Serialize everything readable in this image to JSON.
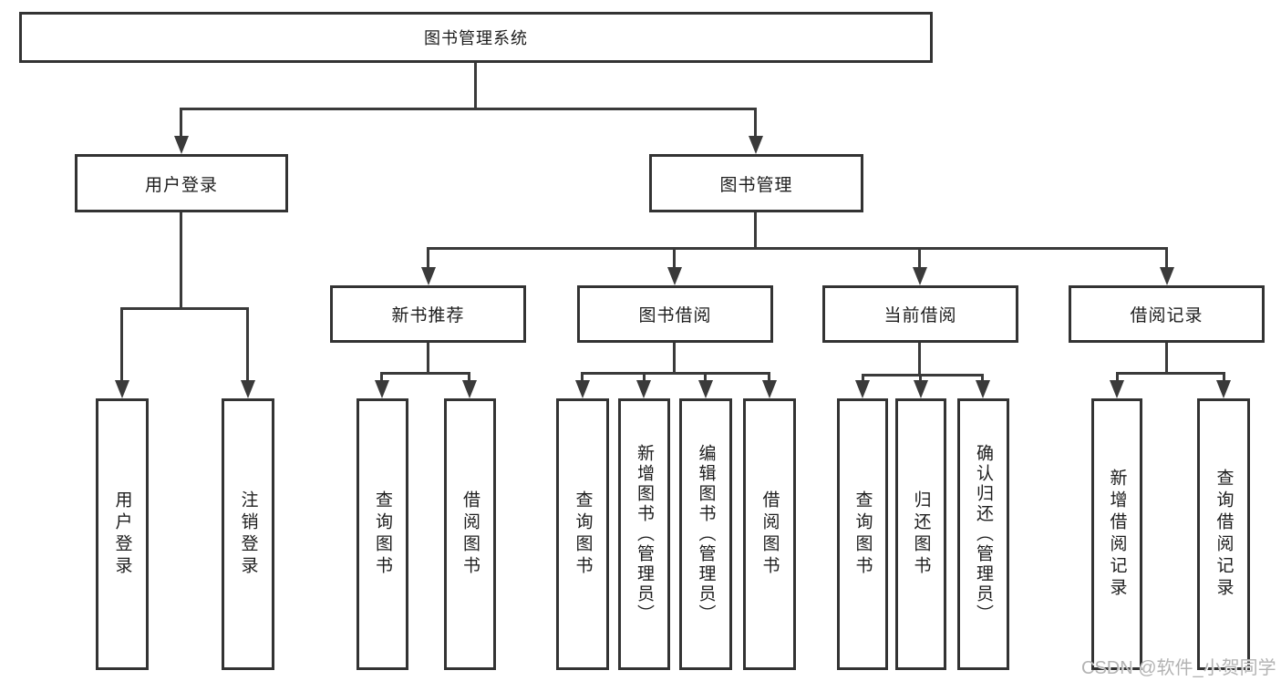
{
  "colors": {
    "background": "#ffffff",
    "line": "#3a3a3a",
    "box_border": "#333333",
    "text": "#1d1d1d",
    "watermark": "#b3b3b3"
  },
  "diagram": {
    "root": {
      "label": "图书管理系统"
    },
    "level1": [
      {
        "label": "用户登录"
      },
      {
        "label": "图书管理"
      }
    ],
    "login_children": [
      "用户登录",
      "注销登录"
    ],
    "level2": [
      {
        "label": "新书推荐"
      },
      {
        "label": "图书借阅"
      },
      {
        "label": "当前借阅"
      },
      {
        "label": "借阅记录"
      }
    ],
    "recommend_children": [
      "查询图书",
      "借阅图书"
    ],
    "borrow_children": [
      "查询图书",
      "新增图书（管理员）",
      "编辑图书（管理员）",
      "借阅图书"
    ],
    "current_children": [
      "查询图书",
      "归还图书",
      "确认归还（管理员）"
    ],
    "record_children": [
      "新增借阅记录",
      "查询借阅记录"
    ]
  },
  "watermark": {
    "text": "CSDN @软件_小贺同学"
  }
}
